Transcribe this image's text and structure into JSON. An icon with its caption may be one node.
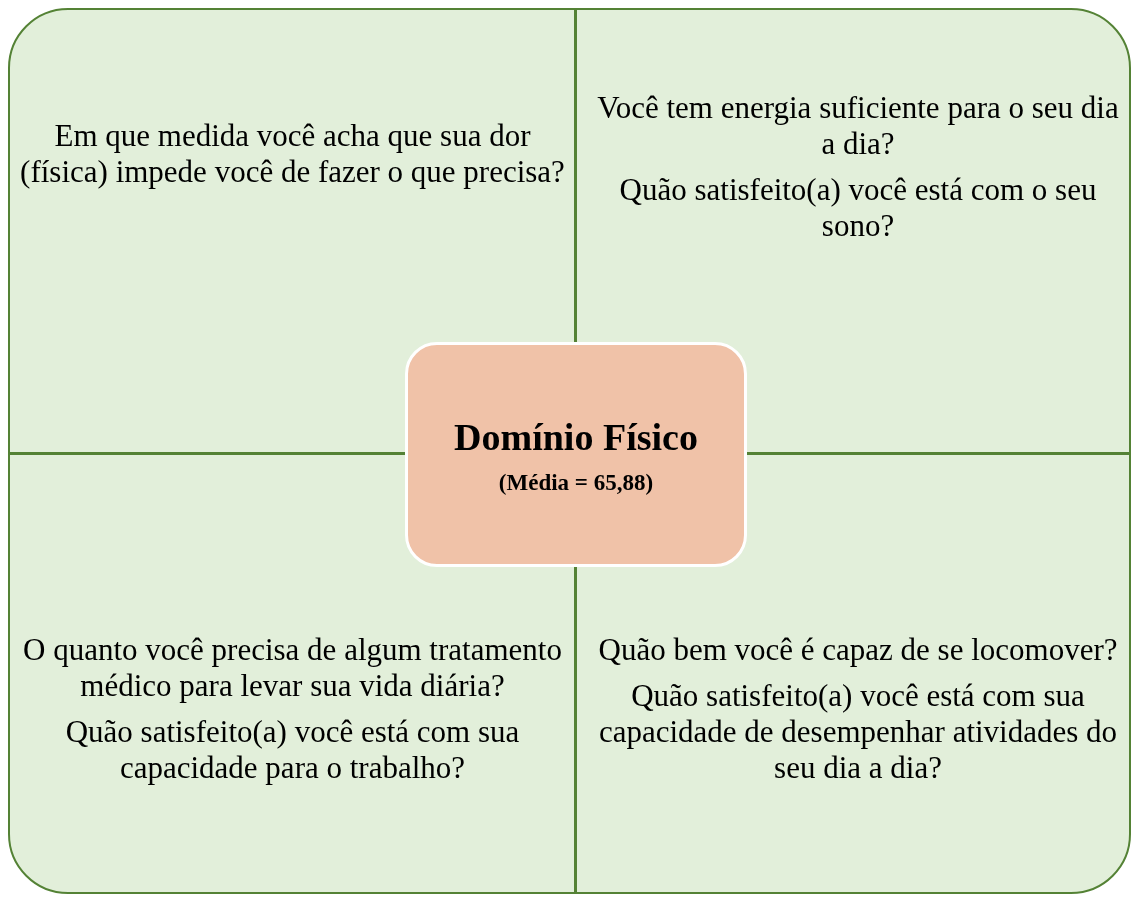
{
  "diagram": {
    "nodes": [
      {
        "text": [
          "Em que medida você acha que sua dor (física) impede você de fazer o que precisa?"
        ]
      },
      {
        "text": [
          "Você tem energia suficiente para o seu dia a dia?",
          "Quão satisfeito(a) você está com o seu sono?"
        ]
      },
      {
        "text": [
          "Domínio Físico",
          "(Média = 65,88)"
        ]
      },
      {
        "text": [
          "O quanto você precisa de algum tratamento médico para levar sua vida diária?",
          "Quão satisfeito(a) você está com sua capacidade para o trabalho?"
        ]
      },
      {
        "text": [
          "Quão bem você é capaz de se locomover?",
          "Quão satisfeito(a) você está com sua capacidade de desempenhar atividades do seu dia a dia?"
        ]
      }
    ]
  }
}
